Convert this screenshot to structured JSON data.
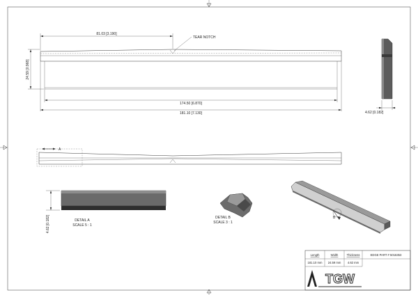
{
  "drawing": {
    "top_view": {
      "dim_notch_offset": "81.03 [3.190]",
      "notch_label": "TEAR NOTCH",
      "dim_width": "24.59 [0.968]",
      "dim_inner_length": "174.50 [6.870]",
      "dim_total_length": "181.10 [7.130]",
      "dim_thickness": "4.62 [0.182]"
    },
    "side_view": {
      "section_marker": "A"
    },
    "detail_a": {
      "title": "DETAIL  A",
      "scale": "SCALE 5 : 1",
      "dim_thickness": "4.62 [0.182]"
    },
    "detail_b": {
      "title": "DETAIL  B",
      "scale": "SCALE 3 : 1"
    },
    "iso_view": {
      "marker": "B"
    },
    "title_block": {
      "part_number": "EDGE PART # 5016353",
      "columns": [
        {
          "header": "Length",
          "value": "181.10 mm"
        },
        {
          "header": "Width",
          "value": "24.59 mm"
        },
        {
          "header": "Thickness",
          "value": "4.62 mm"
        }
      ],
      "logo_text": "TGW"
    },
    "colors": {
      "part_dark": "#4a4a4a",
      "part_mid": "#7a7a7a",
      "line": "#333333"
    }
  }
}
